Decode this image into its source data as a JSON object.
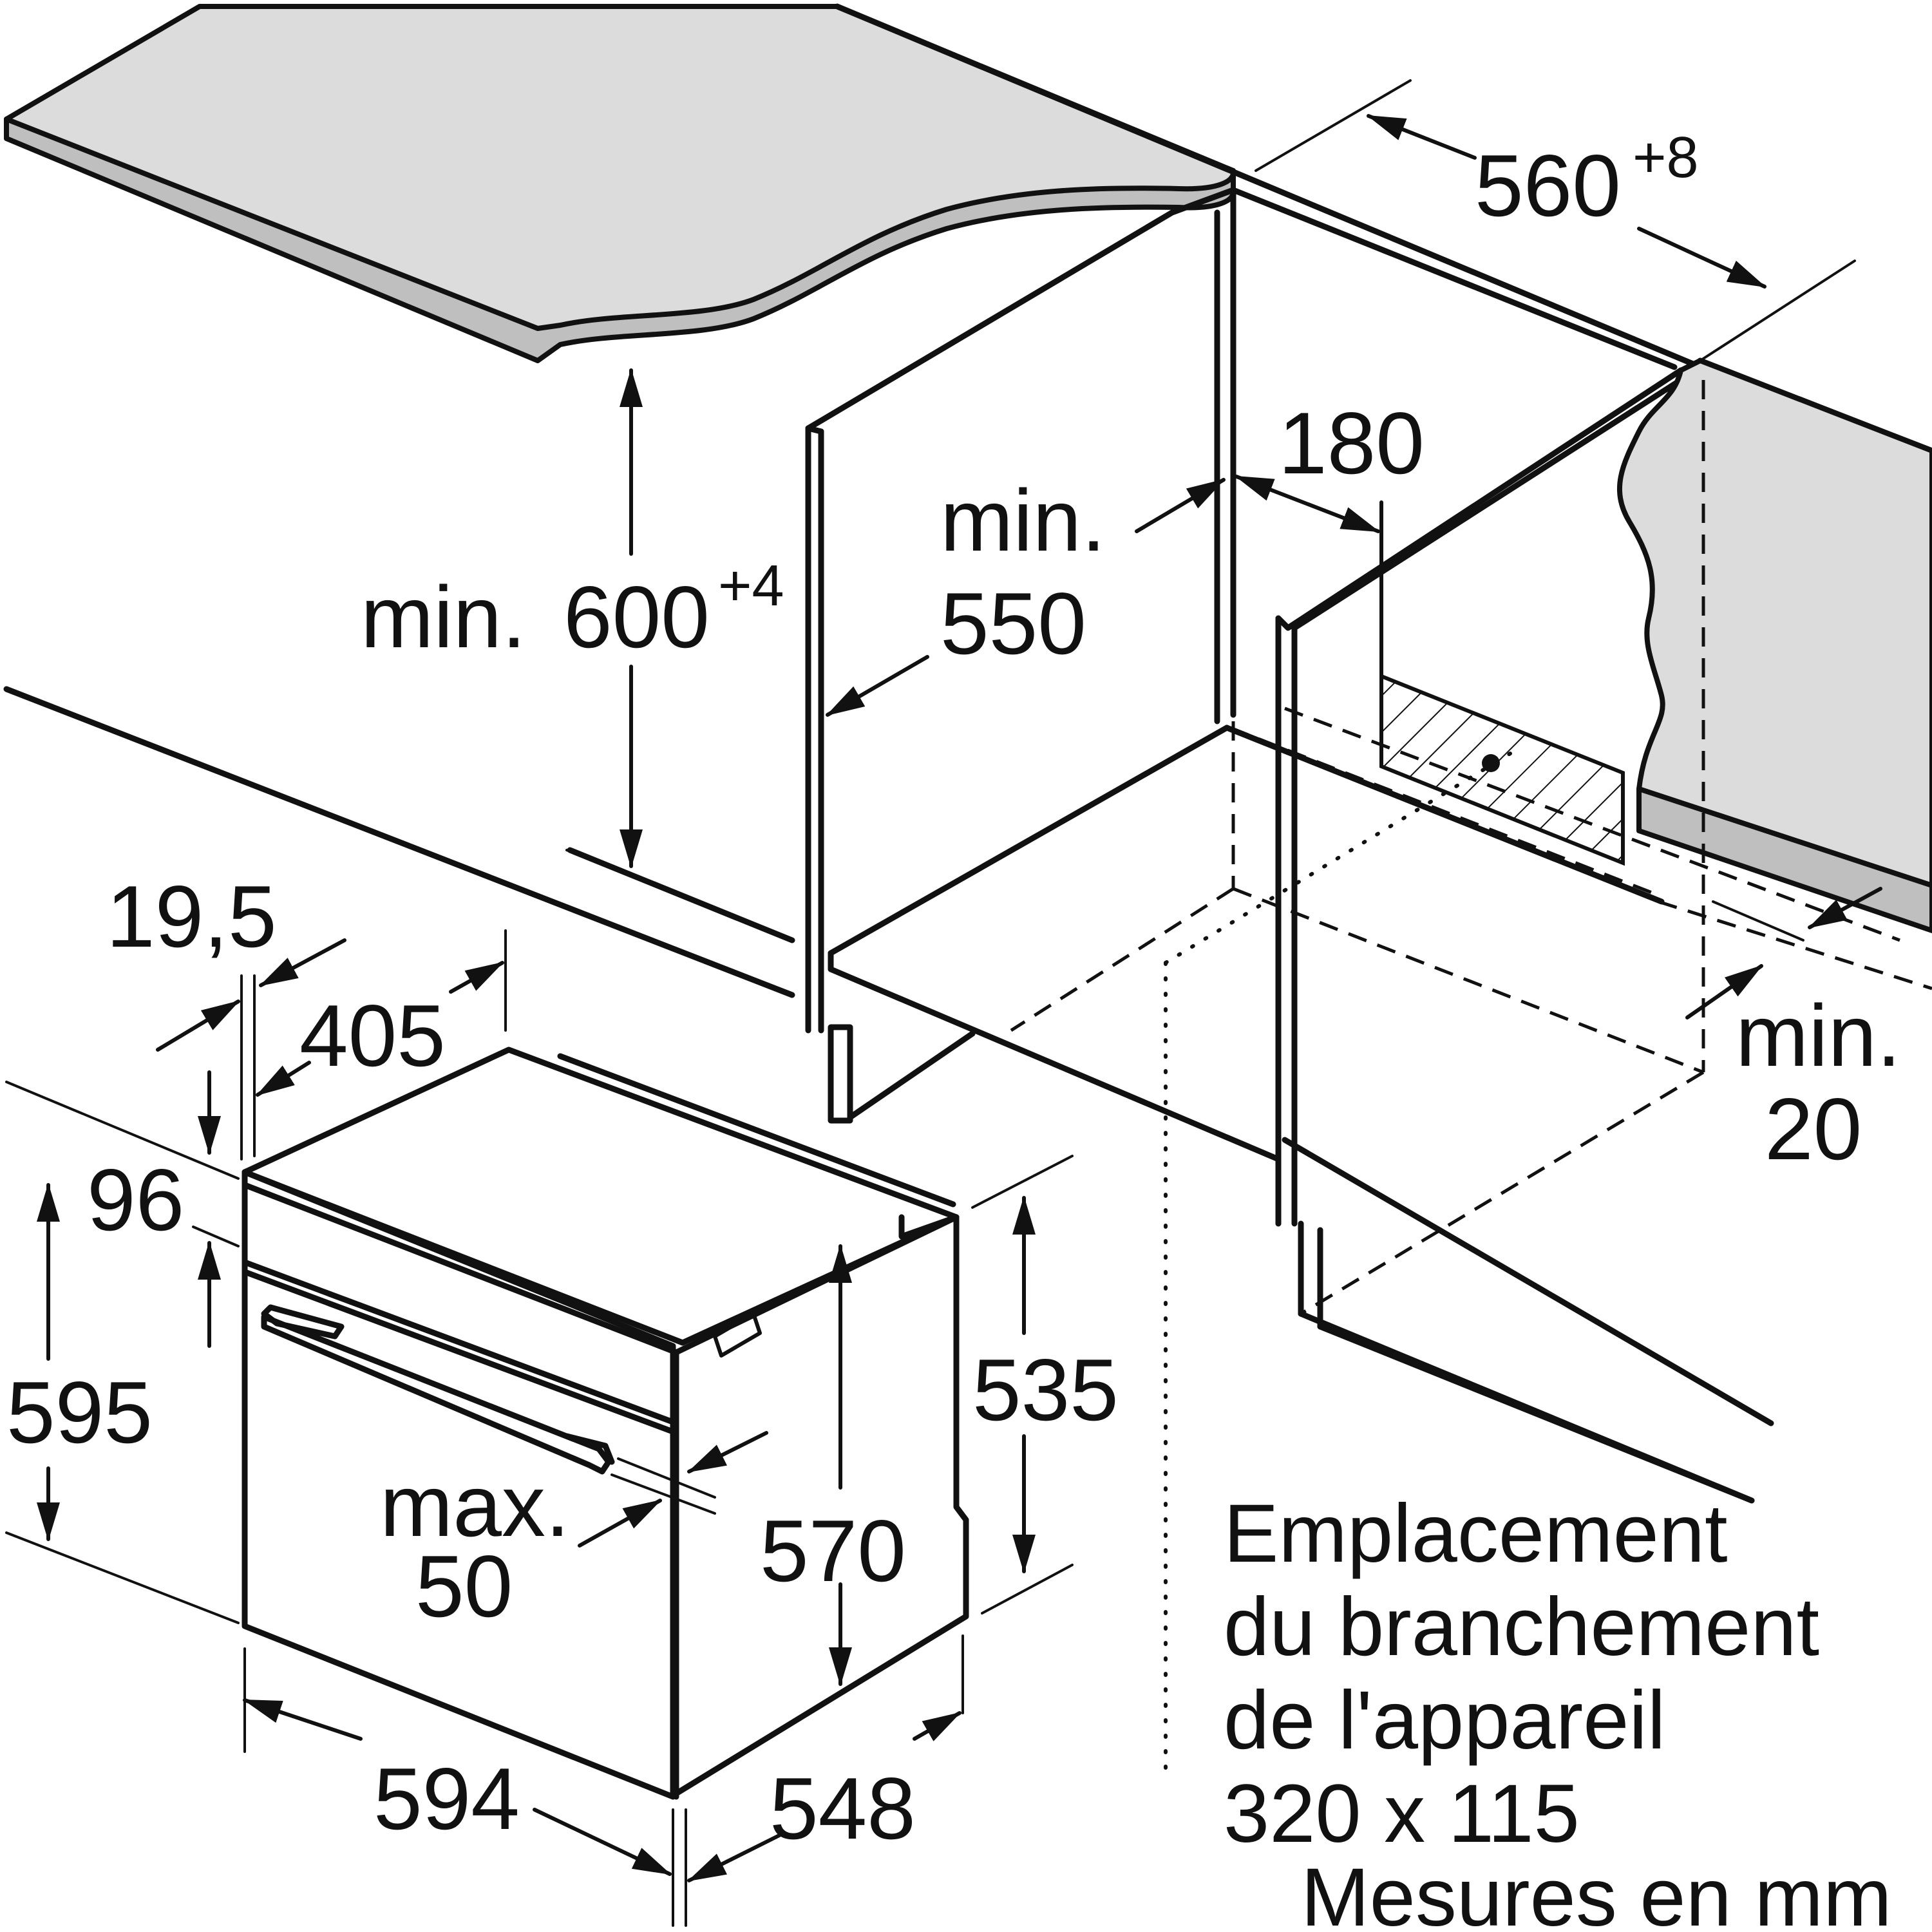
{
  "dimensions": {
    "niche_width": "560",
    "niche_width_tolerance": "+8",
    "niche_height_prefix": "min.",
    "niche_height": "600",
    "niche_height_tolerance": "+4",
    "niche_depth_prefix": "min.",
    "niche_depth": "550",
    "connection_offset": "180",
    "rear_gap_prefix": "min.",
    "rear_gap": "20",
    "front_offset": "19,5",
    "top_depth": "405",
    "panel_height": "96",
    "total_height": "595",
    "body_front_height": "535",
    "body_height": "570",
    "handle_prefix": "max.",
    "handle_depth": "50",
    "total_width": "594",
    "body_depth": "548"
  },
  "note": {
    "line1": "Emplacement",
    "line2": "du branchement",
    "line3": "de l'appareil",
    "line4": "320 x 115"
  },
  "footer": "Mesures en mm"
}
